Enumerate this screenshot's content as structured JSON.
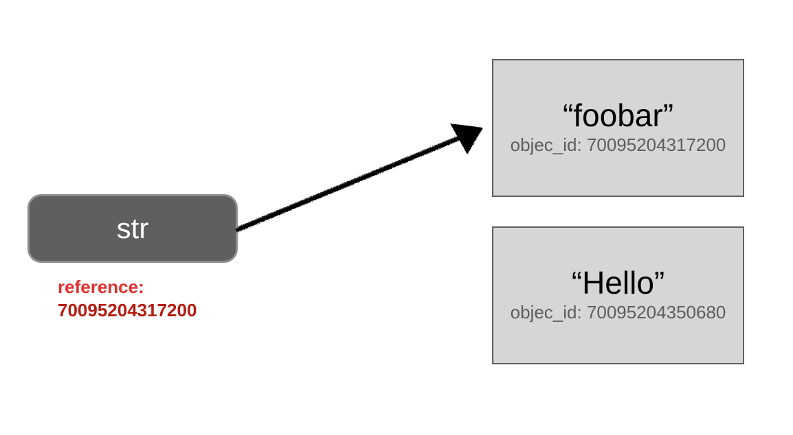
{
  "variable": {
    "name": "str",
    "reference_label": "reference:",
    "reference_value": "70095204317200"
  },
  "objects": [
    {
      "value": "“foobar”",
      "object_id": "objec_id: 70095204317200"
    },
    {
      "value": "“Hello”",
      "object_id": "objec_id: 70095204350680"
    }
  ],
  "colors": {
    "variable_fill": "#5f5f5f",
    "object_fill": "#d6d6d6",
    "reference_label": "#e0312f",
    "reference_value": "#b71b10"
  }
}
